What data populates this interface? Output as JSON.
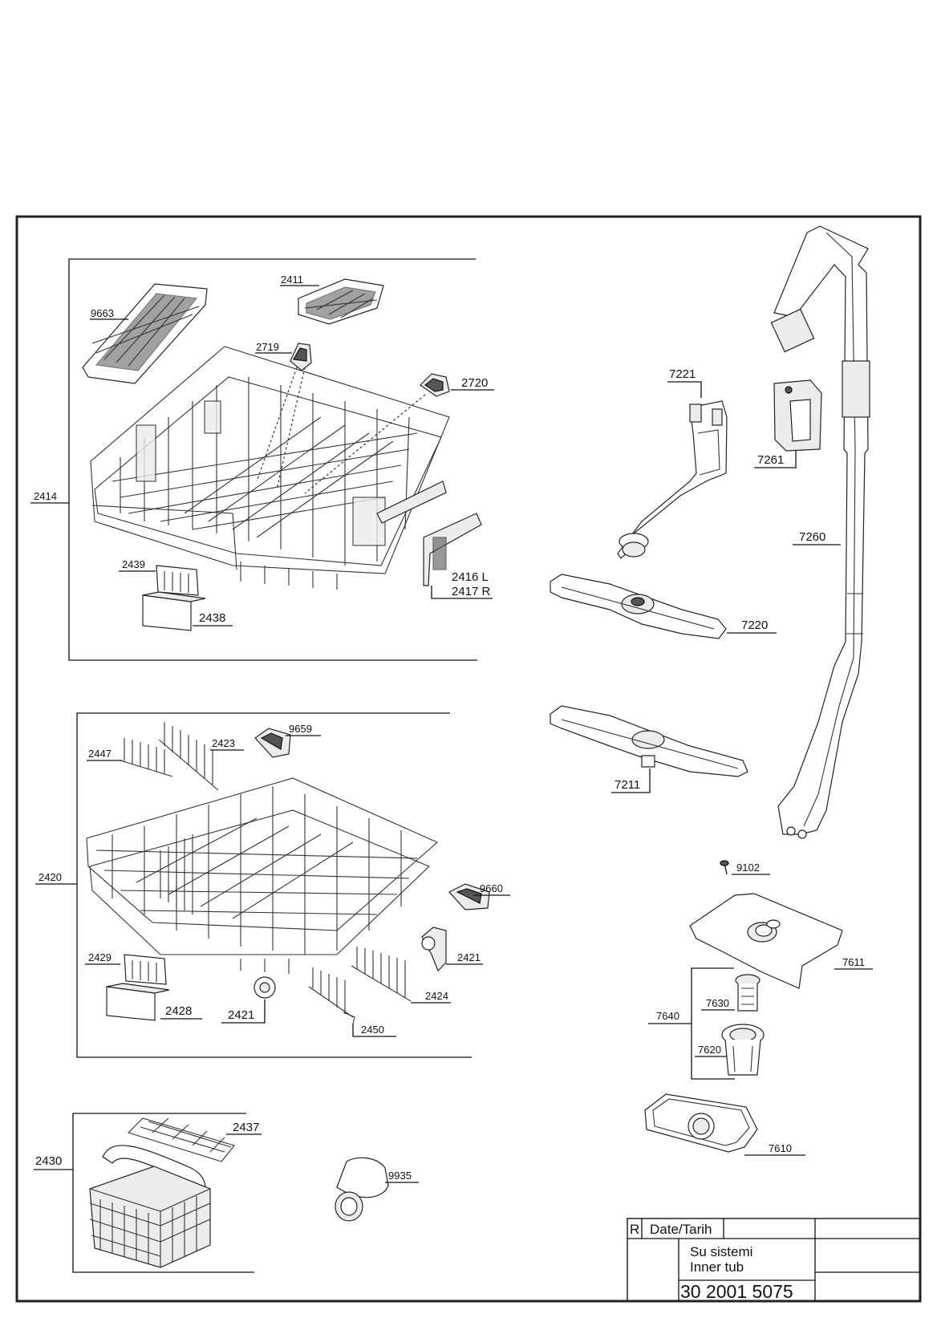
{
  "diagram": {
    "labels": {
      "p9663": "9663",
      "p2411": "2411",
      "p2719": "2719",
      "p2720": "2720",
      "p2414": "2414",
      "p2439": "2439",
      "p2438": "2438",
      "p2416": "2416 L",
      "p2417": "2417 R",
      "p7221": "7221",
      "p7261": "7261",
      "p7260": "7260",
      "p7220": "7220",
      "p7211": "7211",
      "p9659": "9659",
      "p2423": "2423",
      "p2447": "2447",
      "p2420": "2420",
      "p9660": "9660",
      "p2429": "2429",
      "p2421a": "2421",
      "p2421b": "2421",
      "p2428": "2428",
      "p2424": "2424",
      "p2450": "2450",
      "p9102": "9102",
      "p7611": "7611",
      "p7630": "7630",
      "p7640": "7640",
      "p7620": "7620",
      "p7610": "7610",
      "p2437": "2437",
      "p2430": "2430",
      "p9935": "9935"
    }
  },
  "title_block": {
    "revision": "R",
    "date_label": "Date/Tarih",
    "title_tr": "Su sistemi",
    "title_en": "Inner tub",
    "drawing_number": "30 2001 5075"
  }
}
